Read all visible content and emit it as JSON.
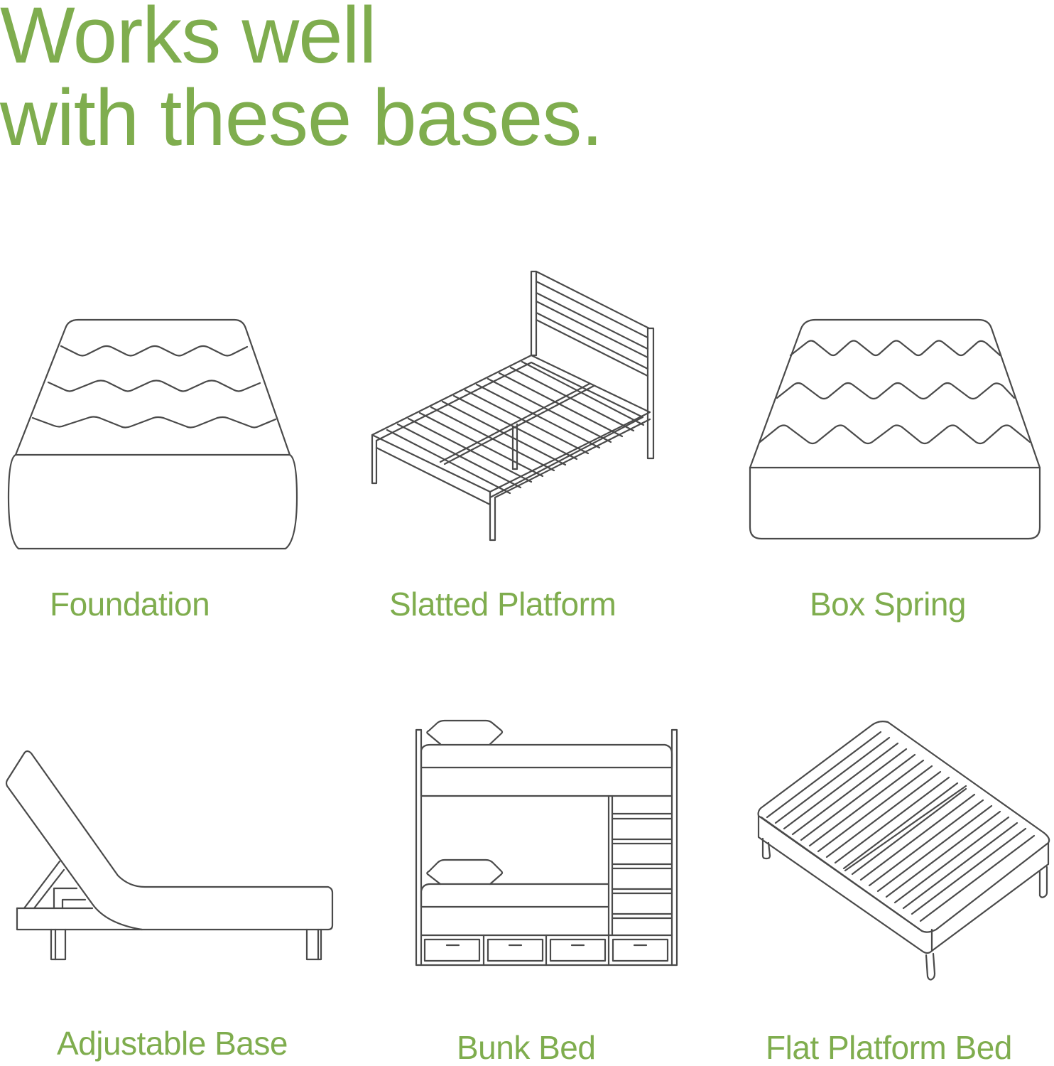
{
  "header": {
    "line1": "Works well",
    "line2": "with these bases."
  },
  "colors": {
    "accent": "#7fad4e",
    "line_art": "#4a4a4a",
    "background": "#ffffff"
  },
  "bases": [
    {
      "label": "Foundation",
      "icon": "foundation-icon"
    },
    {
      "label": "Slatted Platform",
      "icon": "slatted-platform-icon"
    },
    {
      "label": "Box Spring",
      "icon": "box-spring-icon"
    },
    {
      "label": "Adjustable Base",
      "icon": "adjustable-base-icon"
    },
    {
      "label": "Bunk Bed",
      "icon": "bunk-bed-icon"
    },
    {
      "label": "Flat Platform Bed",
      "icon": "flat-platform-bed-icon"
    }
  ]
}
